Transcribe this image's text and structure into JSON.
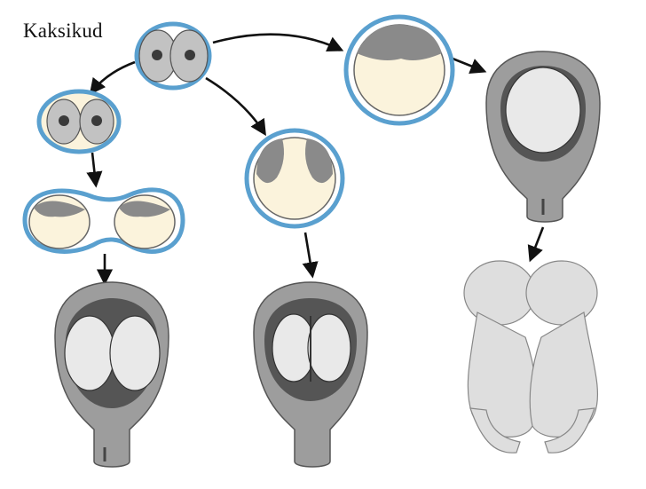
{
  "title": "Kaksikud",
  "colors": {
    "background": "#ffffff",
    "membrane": "#5aa0cf",
    "cell_fill": "#c4c4c4",
    "cavity": "#fbf3dc",
    "uterus_wall": "#9d9d9d",
    "uterus_inner": "#555555",
    "embryo": "#e9e9e9",
    "arrow": "#111111",
    "baby": "#dedede"
  },
  "diagram": {
    "zygote": {
      "icon": "two-cell-zygote"
    },
    "dichorionic": {
      "icon": "separated-blastocysts",
      "result": "two-placentas-two-sacs"
    },
    "monochorionic": {
      "icon": "single-blastocyst-split-mass",
      "result": "one-placenta-two-sacs"
    },
    "monoamniotic": {
      "icon": "single-blastocyst-single-mass",
      "result": "one-placenta-one-sac"
    },
    "conjoined": {
      "icon": "conjoined-twins"
    }
  }
}
